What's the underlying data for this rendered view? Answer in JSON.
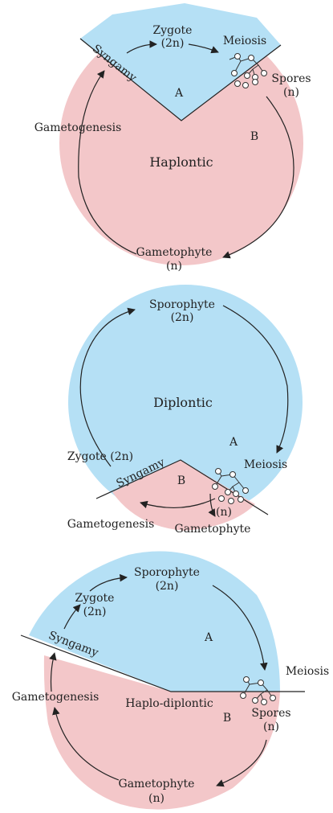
{
  "colors": {
    "diploid": "#b5e0f5",
    "haploid": "#f3c7c9",
    "stroke": "#222222"
  },
  "haplontic": {
    "title": "Haplontic",
    "zygote": "Zygote",
    "zygote_ploidy": "(2n)",
    "meiosis": "Meiosis",
    "spores": "Spores",
    "spores_ploidy": "(n)",
    "syngamy": "Syngamy",
    "gametogenesis": "Gametogenesis",
    "gametophyte": "Gametophyte",
    "gametophyte_ploidy": "(n)",
    "region_a": "A",
    "region_b": "B"
  },
  "diplontic": {
    "title": "Diplontic",
    "sporophyte": "Sporophyte",
    "sporophyte_ploidy": "(2n)",
    "region_a": "A",
    "meiosis": "Meiosis",
    "zygote": "Zygote (2n)",
    "syngamy": "Syngamy",
    "region_b": "B",
    "gametes_ploidy": "(n)",
    "gametogenesis": "Gametogenesis",
    "gametophyte": "Gametophyte"
  },
  "haplodiplontic": {
    "title": "Haplo-diplontic",
    "sporophyte": "Sporophyte",
    "sporophyte_ploidy": "(2n)",
    "zygote": "Zygote",
    "zygote_ploidy": "(2n)",
    "syngamy": "Syngamy",
    "region_a": "A",
    "meiosis": "Meiosis",
    "gametogenesis": "Gametogenesis",
    "region_b": "B",
    "spores": "Spores",
    "spores_ploidy": "(n)",
    "gametophyte": "Gametophyte",
    "gametophyte_ploidy": "(n)"
  }
}
